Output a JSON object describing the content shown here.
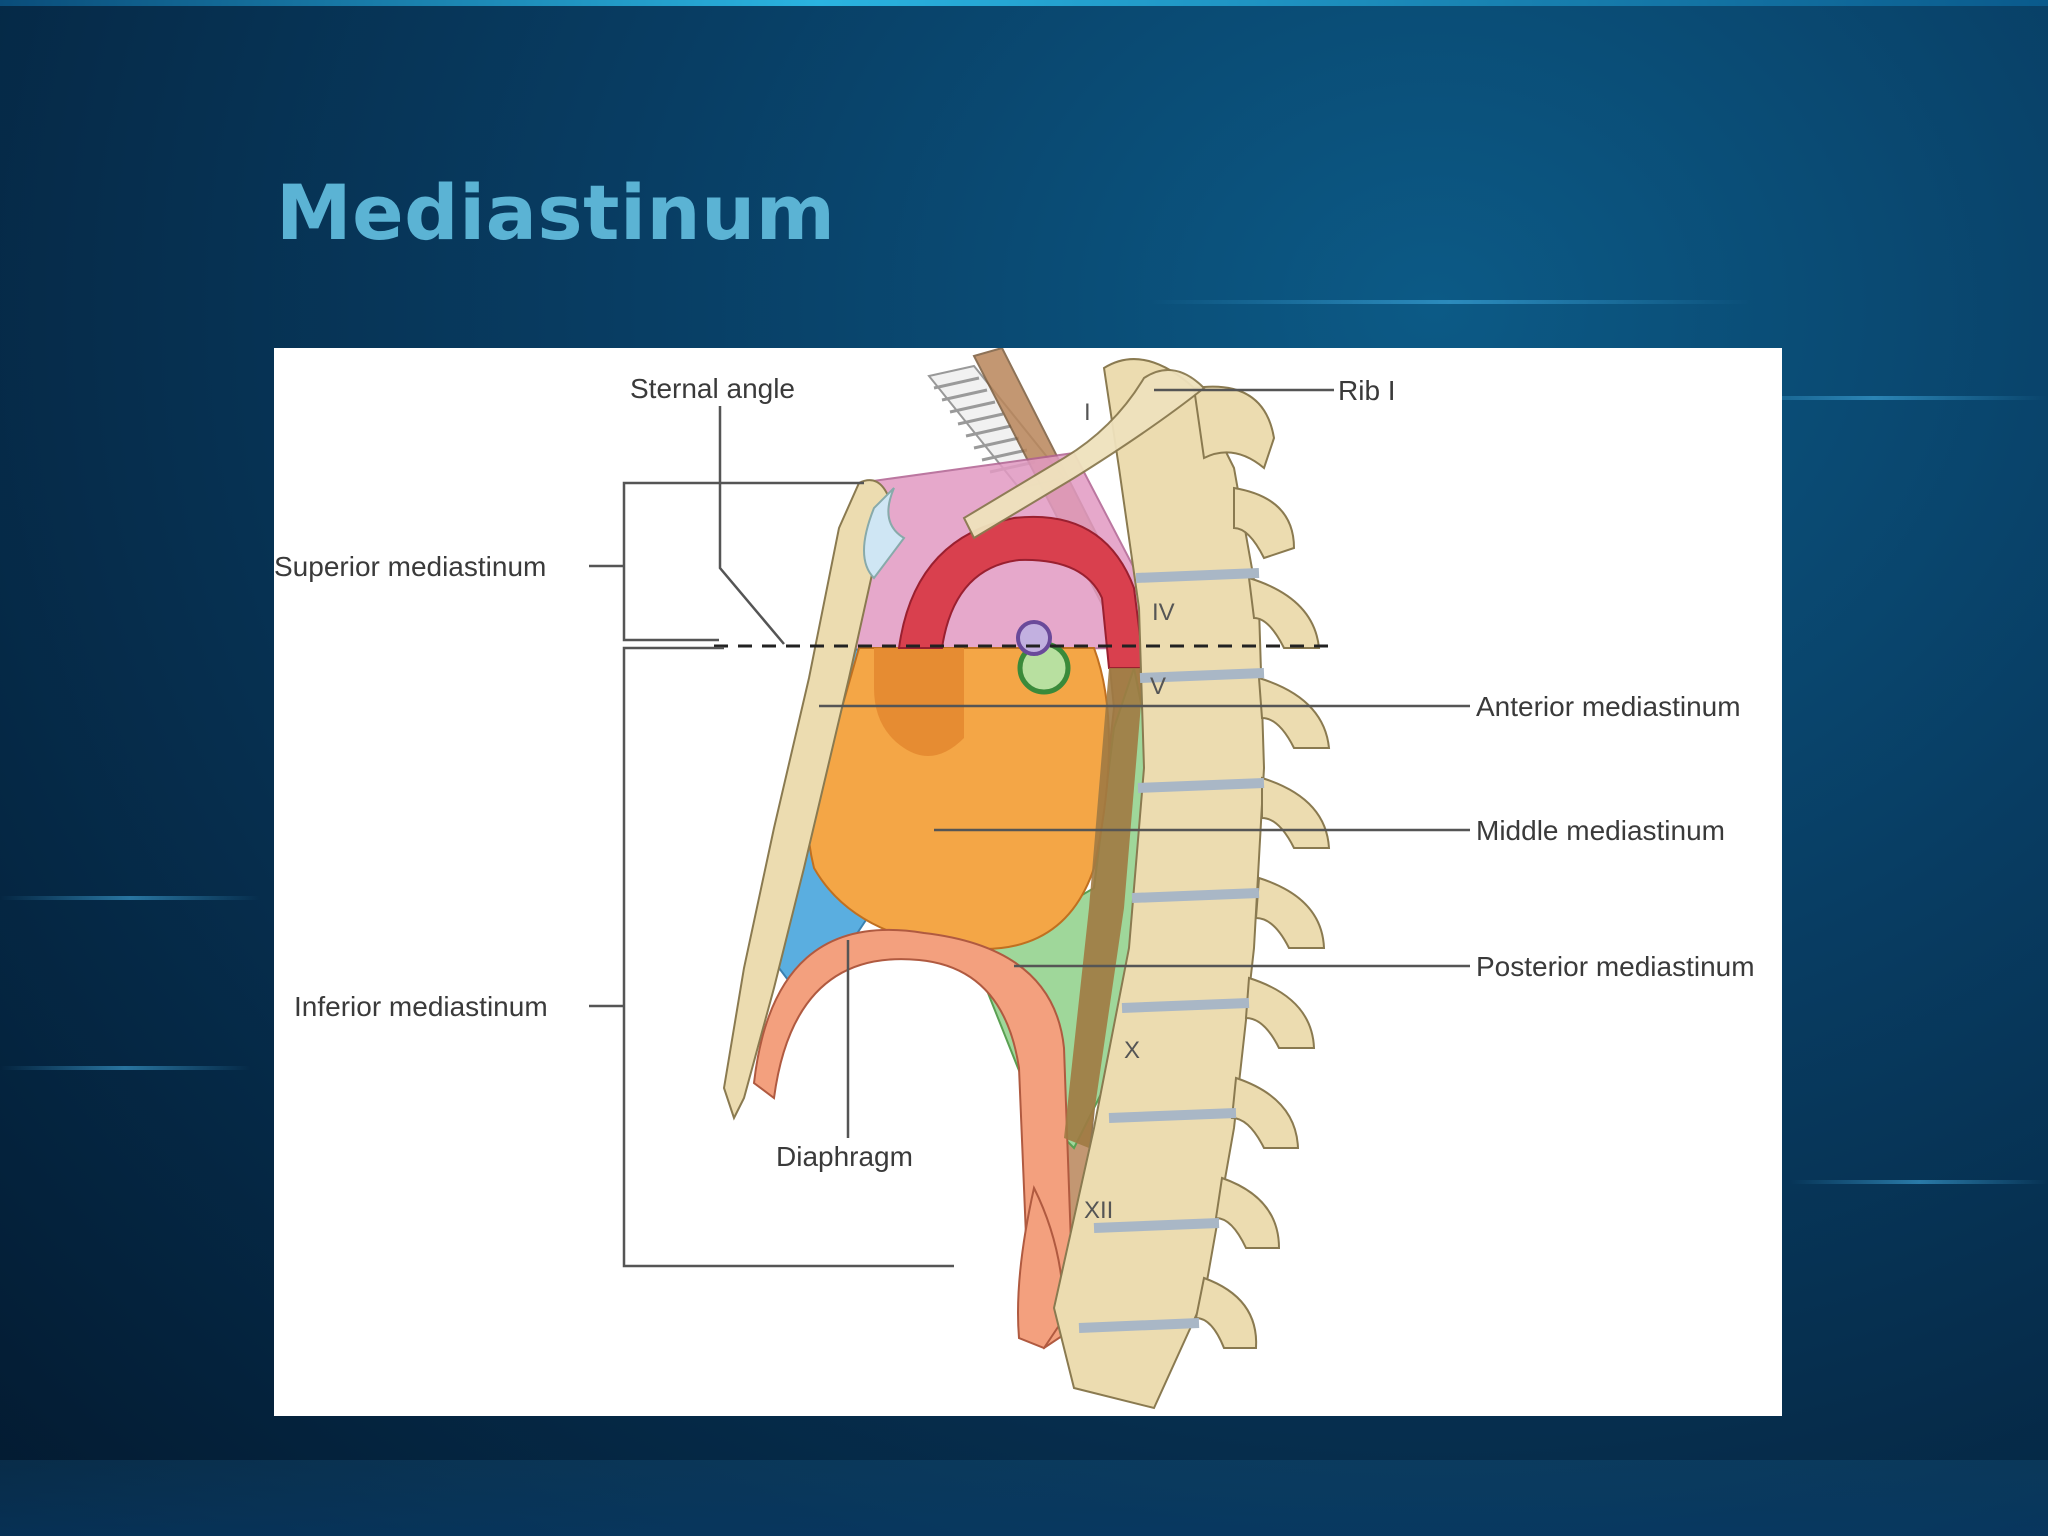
{
  "slide": {
    "title": "Mediastinum"
  },
  "diagram": {
    "labels": {
      "sternal_angle": "Sternal angle",
      "rib_1": "Rib I",
      "superior": "Superior mediastinum",
      "inferior": "Inferior mediastinum",
      "anterior": "Anterior mediastinum",
      "middle": "Middle mediastinum",
      "posterior": "Posterior mediastinum",
      "diaphragm": "Diaphragm"
    },
    "vertebra_numerals": {
      "i": "I",
      "iv": "IV",
      "v": "V",
      "x": "X",
      "xii": "XII"
    }
  },
  "colors": {
    "title": "#5bb3d4",
    "heart": "#f4a646",
    "anterior_region": "#5aaee0",
    "posterior_region": "#9fd79a",
    "aorta": "#d9404e",
    "bone": "#ecdcb0",
    "superior_region": "#e29ac3"
  }
}
